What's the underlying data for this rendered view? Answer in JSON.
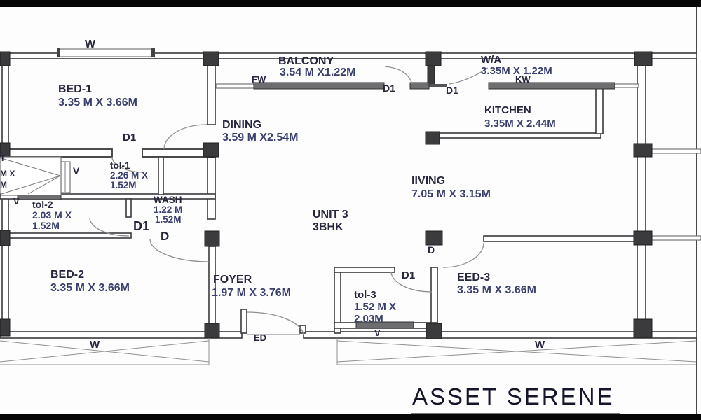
{
  "title": "ASSET SERENE",
  "rooms": {
    "bed1": {
      "name": "BED-1",
      "dims": "3.35 M X 3.66M"
    },
    "balcony": {
      "name": "BALCONY",
      "dims": "3.54 M X1.22M"
    },
    "wa": {
      "name": "W/A",
      "dims": "3.35M X 1.22M"
    },
    "kitchen": {
      "name": "KITCHEN",
      "dims": "3.35M X 2.44M"
    },
    "dining": {
      "name": "DINING",
      "dims": "3.59 M X2.54M"
    },
    "living": {
      "name": "lIVING",
      "dims": "7.05 M X 3.15M"
    },
    "unit": {
      "name": "UNIT 3",
      "dims": "3BHK"
    },
    "tol1": {
      "name": "tol-1",
      "dims1": "2.26 M X",
      "dims2": "1.52M"
    },
    "tol2": {
      "name": "tol-2",
      "dims1": "2.03 M X",
      "dims2": "1.52M"
    },
    "wash": {
      "name": "WASH",
      "dims1": "1.22 M",
      "dims2": "1.52M"
    },
    "bed2": {
      "name": "BED-2",
      "dims": "3.35 M X 3.66M"
    },
    "foyer": {
      "name": "FOYER",
      "dims": "1.97 M X 3.76M"
    },
    "tol3": {
      "name": "tol-3",
      "dims1": "1.52 M X",
      "dims2": "2.03M"
    },
    "bed3": {
      "name": "EED-3",
      "dims": "3.35 M X 3.66M"
    }
  },
  "markers": {
    "window": "W",
    "french_window": "FW",
    "kitchen_window": "KW",
    "door1": "D1",
    "door": "D",
    "entrance_door": "ED",
    "vent": "V",
    "partial_t": "T",
    "partial_mx": "M X",
    "partial_m": "M"
  },
  "colors": {
    "ink": "#26263e",
    "dims_ink": "#3a3f6e",
    "wall": "#3a3a3c",
    "frame": "#060606"
  }
}
